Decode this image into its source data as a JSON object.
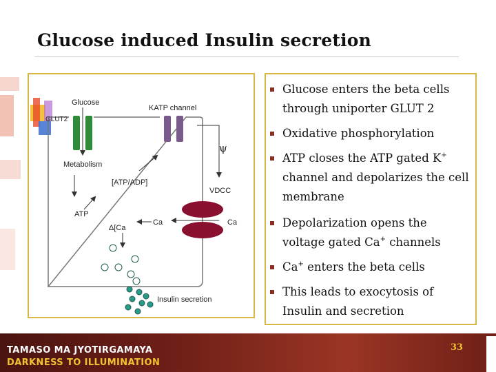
{
  "slide": {
    "title": "Glucose induced Insulin secretion",
    "number": "33"
  },
  "diagram": {
    "labels": {
      "glucose": "Glucose",
      "katp": "KATP channel",
      "glut2": "GLUT2",
      "metabolism": "Metabolism",
      "atp_adp": "[ATP/ADP]",
      "psi": "ψ",
      "vdcc": "VDCC",
      "atp": "ATP",
      "delta_ca": "Δ[Ca",
      "ca_in": "Ca",
      "ca_out": "Ca",
      "insulin": "Insulin secretion"
    }
  },
  "bullets": [
    "Glucose enters the beta cells through uniporter GLUT 2",
    "Oxidative phosphorylation",
    "ATP closes the ATP gated K+ channel and depolarizes the cell membrane",
    "Depolarization opens the voltage gated Ca+ channels",
    "Ca+ enters the beta cells",
    "This leads to exocytosis of Insulin and secretion"
  ],
  "bullet_parts": {
    "b3a": "ATP closes the ATP gated K",
    "b3sup": "+",
    "b3b": " channel and depolarizes the cell membrane",
    "b4a": "Depolarization opens the voltage gated Ca",
    "b4sup": "+",
    "b4b": " channels",
    "b5a": "Ca",
    "b5sup": "+",
    "b5b": " enters the beta cells"
  },
  "footer": {
    "line1": "TAMASO MA JYOTIRGAMAYA",
    "line2": "DARKNESS TO ILLUMINATION"
  },
  "colors": {
    "accent_border": "#d8b845",
    "bullet": "#8a2d23",
    "glut_green": "#2f8a3a",
    "katp_purple": "#7a5a8a",
    "vdcc_red": "#8a1030",
    "granule_teal": "#2a9a8a"
  }
}
